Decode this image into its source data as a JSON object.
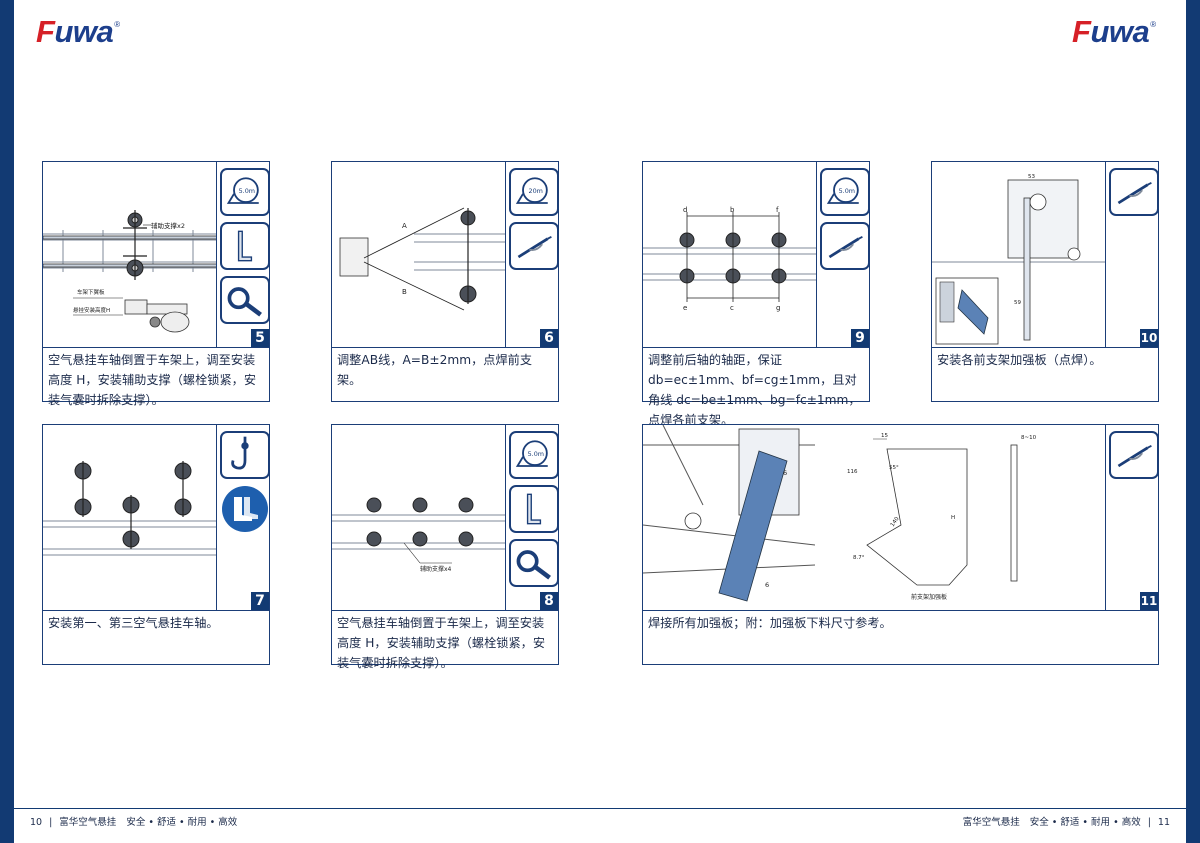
{
  "brand": {
    "name": "Fuwa",
    "registered": "®"
  },
  "colors": {
    "navy": "#123a73",
    "frame": "#1b3e78",
    "logo_red": "#d62027",
    "logo_blue": "#1d3f8c",
    "steel": "#5b82b6"
  },
  "steps": [
    {
      "number": "5",
      "caption": "空气悬挂车轴倒置于车架上，调至安装高度 H，安装辅助支撑（螺栓锁紧，安装气囊时拆除支撑）。",
      "labels": {
        "aux_support": "辅助支撑x2",
        "frame_flange": "车架下翼板",
        "install_height": "悬挂安装高度H"
      },
      "tools": [
        {
          "icon": "tape-measure-icon",
          "label": "5.0m"
        },
        {
          "icon": "angle-bracket-icon"
        },
        {
          "icon": "box-wrench-icon"
        }
      ]
    },
    {
      "number": "6",
      "caption": "调整AB线，A=B±2mm，点焊前支架。",
      "labels": {
        "line_a": "A",
        "line_b": "B"
      },
      "tools": [
        {
          "icon": "tape-measure-icon",
          "label": "20m"
        },
        {
          "icon": "welding-torch-icon"
        }
      ]
    },
    {
      "number": "7",
      "caption": "安装第一、第三空气悬挂车轴。",
      "tools": [
        {
          "icon": "crane-hook-icon"
        },
        {
          "icon": "safety-boots-icon"
        }
      ]
    },
    {
      "number": "8",
      "caption": "空气悬挂车轴倒置于车架上，调至安装高度 H，安装辅助支撑（螺栓锁紧，安装气囊时拆除支撑）。",
      "labels": {
        "aux_support": "辅助支撑x4"
      },
      "tools": [
        {
          "icon": "tape-measure-icon",
          "label": "5.0m"
        },
        {
          "icon": "angle-bracket-icon"
        },
        {
          "icon": "box-wrench-icon"
        }
      ]
    },
    {
      "number": "9",
      "caption": "调整前后轴的轴距，保证 db=ec±1mm、bf=cg±1mm，且对角线 dc=be±1mm、bg=fc±1mm，点焊各前支架。",
      "labels": {
        "d": "d",
        "b": "b",
        "f": "f",
        "e": "e",
        "c": "c",
        "g": "g"
      },
      "tools": [
        {
          "icon": "tape-measure-icon",
          "label": "5.0m"
        },
        {
          "icon": "welding-torch-icon"
        }
      ]
    },
    {
      "number": "10",
      "caption": "安装各前支架加强板（点焊）。",
      "labels": {
        "dim_top": "53",
        "dim_side": "59"
      },
      "tools": [
        {
          "icon": "welding-torch-icon"
        }
      ]
    },
    {
      "number": "11",
      "caption": "焊接所有加强板；附：加强板下料尺寸参考。",
      "labels": {
        "dim_6a": "6",
        "dim_6b": "6",
        "dim_15": "15",
        "dim_116": "116",
        "dim_55": "55°",
        "dim_140": "140",
        "dim_87": "8.7°",
        "dim_h": "H",
        "dim_thk": "8~10",
        "plate_title": "前支架加强板"
      },
      "tools": [
        {
          "icon": "welding-torch-icon"
        }
      ]
    }
  ],
  "footer": {
    "left_page": "10",
    "left_brand": "富华空气悬挂",
    "left_slogan": "安全 • 舒适 • 耐用 • 高效",
    "right_brand": "富华空气悬挂",
    "right_slogan": "安全 • 舒适 • 耐用 • 高效",
    "right_page": "11",
    "divider": "|"
  }
}
